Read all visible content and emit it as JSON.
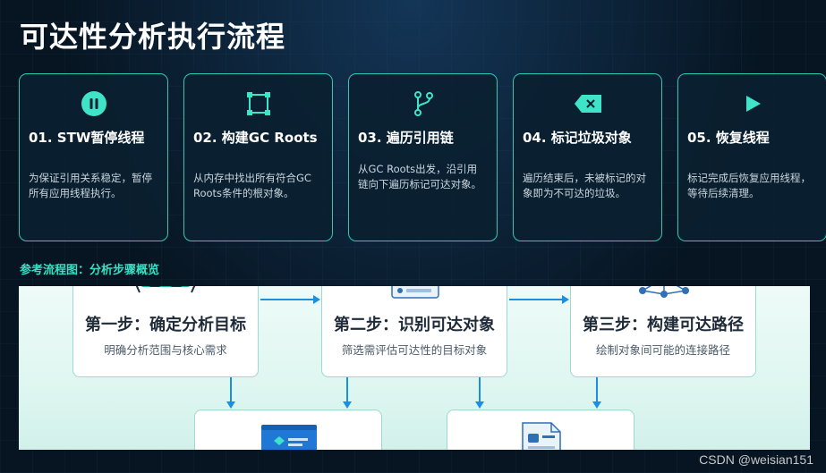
{
  "title": "可达性分析执行流程",
  "cards": [
    {
      "title": "01. STW暂停线程",
      "desc": "为保证引用关系稳定，暂停所有应用线程执行。",
      "icon": "pause-icon"
    },
    {
      "title": "02. 构建GC Roots",
      "desc": "从内存中找出所有符合GC Roots条件的根对象。",
      "icon": "bounding-box-icon"
    },
    {
      "title": "03. 遍历引用链",
      "desc": "从GC Roots出发，沿引用链向下遍历标记可达对象。",
      "icon": "branch-icon"
    },
    {
      "title": "04. 标记垃圾对象",
      "desc": "遍历结束后，未被标记的对象即为不可达的垃圾。",
      "icon": "backspace-icon"
    },
    {
      "title": "05. 恢复线程",
      "desc": "标记完成后恢复应用线程，等待后续清理。",
      "icon": "play-icon"
    }
  ],
  "reference_label": "参考流程图：分析步骤概览",
  "diagram": {
    "steps": [
      {
        "title": "第一步：确定分析目标",
        "subtitle": "明确分析范围与核心需求"
      },
      {
        "title": "第二步：识别可达对象",
        "subtitle": "筛选需评估可达性的目标对象"
      },
      {
        "title": "第三步：构建可达路径",
        "subtitle": "绘制对象间可能的连接路径"
      }
    ]
  },
  "watermark": "CSDN @weisian151",
  "colors": {
    "accent": "#2fc8b4",
    "teal_text": "#35e0c4",
    "arrow": "#1c90e0",
    "background": "#071522"
  }
}
